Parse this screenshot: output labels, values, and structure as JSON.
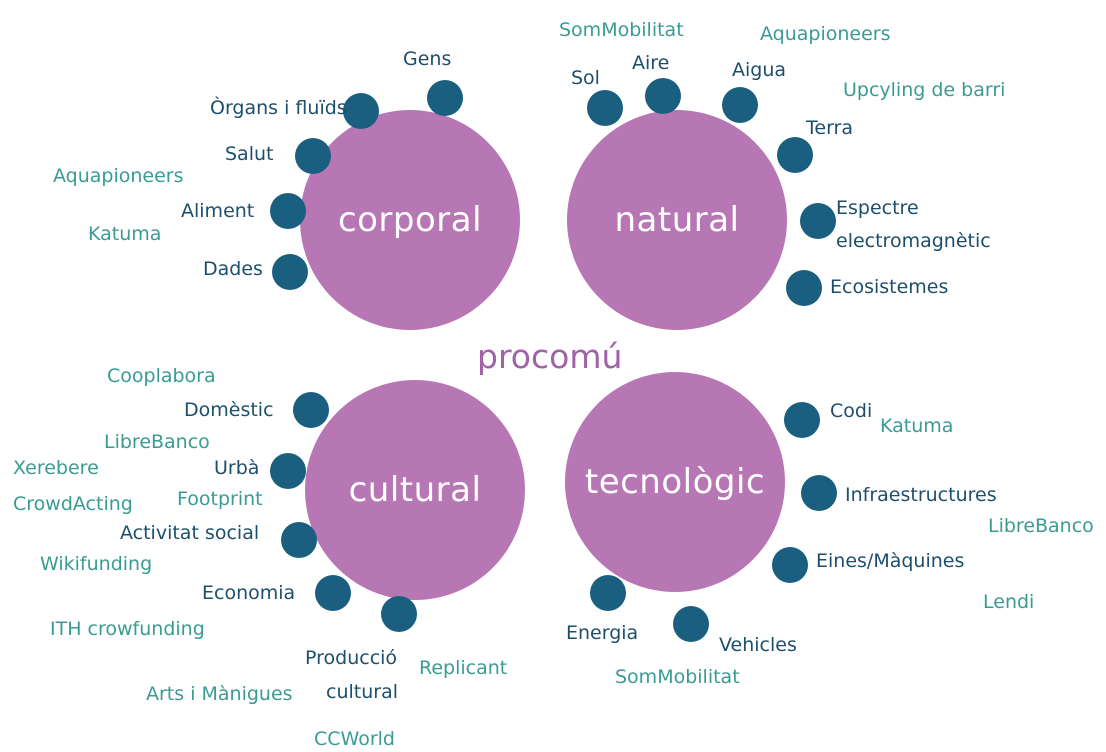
{
  "center_label": "procomú",
  "circles": {
    "corporal": "corporal",
    "natural": "natural",
    "cultural": "cultural",
    "tecnologic": "tecnològic"
  },
  "resources": {
    "corporal": [
      "Gens",
      "Òrgans i fluïds",
      "Salut",
      "Aliment",
      "Dades"
    ],
    "natural": [
      "Sol",
      "Aire",
      "Aigua",
      "Terra",
      "Espectre",
      "electromagnètic",
      "Ecosistemes"
    ],
    "cultural": [
      "Domèstic",
      "Urbà",
      "Activitat social",
      "Economia",
      "Producció",
      "cultural"
    ],
    "tecnologic": [
      "Codi",
      "Infraestructures",
      "Eines/Màquines",
      "Energia",
      "Vehicles"
    ]
  },
  "projects": [
    "SomMobilitat",
    "Aquapioneers",
    "Upcyling de barri",
    "Aquapioneers",
    "Katuma",
    "Cooplabora",
    "LibreBanco",
    "Xerebere",
    "Footprint",
    "CrowdActing",
    "Wikifunding",
    "ITH crowfunding",
    "Replicant",
    "Arts i Mànigues",
    "CCWorld",
    "Katuma",
    "LibreBanco",
    "Lendi",
    "SomMobilitat"
  ],
  "colors": {
    "circle": "#b776b4",
    "dot": "#1a5f80",
    "resource_text": "#1d4f6c",
    "project_text": "#3a9b95",
    "center_text": "#a262a7"
  }
}
